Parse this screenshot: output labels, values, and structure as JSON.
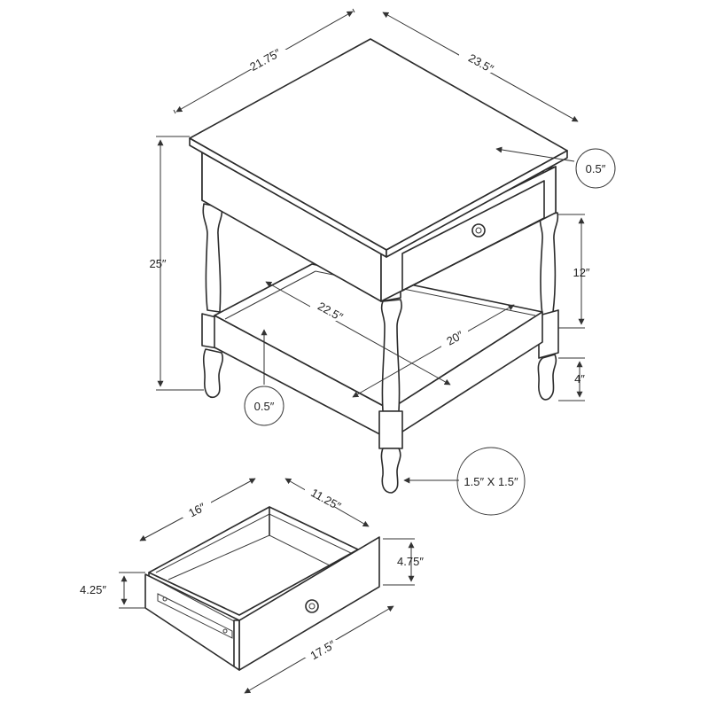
{
  "dimensions": {
    "top_width": "21.75″",
    "top_depth": "23.5″",
    "top_thickness": "0.5″",
    "height": "25″",
    "apron_height": "12″",
    "shelf_width": "22.5″",
    "shelf_depth": "20″",
    "shelf_thickness": "0.5″",
    "leg_clearance": "4″",
    "leg_size": "1.5″ X 1.5″",
    "drawer_width": "16″",
    "drawer_inner_depth": "11.25″",
    "drawer_front_height": "4.75″",
    "drawer_side_height": "4.25″",
    "drawer_depth": "17.5″"
  },
  "colors": {
    "line": "#2b2b2b",
    "background": "#ffffff"
  }
}
